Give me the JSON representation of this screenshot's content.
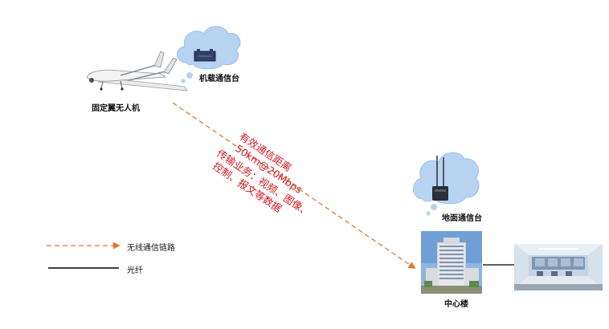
{
  "labels": {
    "uav": "固定翼无人机",
    "airborne_station": "机载通信台",
    "ground_station": "地面通信台",
    "center_building": "中心楼"
  },
  "link_annotation": {
    "line1": "有效通信距离",
    "line2": "50km@20Mbps",
    "line3": "传输业务：视频、图像、",
    "line4": "控制、报文等数据"
  },
  "legend": {
    "wireless_label": "无线通信链路",
    "fiber_label": "光纤"
  },
  "colors": {
    "wireless_link": "#d97a3a",
    "fiber_link": "#000000",
    "annotation_text": "#d0161c",
    "cloud": "#b6d3f2"
  },
  "icons": [
    "uav-icon",
    "radio-device-icon",
    "tower-radio-icon",
    "building-photo",
    "control-room-photo",
    "cloud-icon"
  ]
}
